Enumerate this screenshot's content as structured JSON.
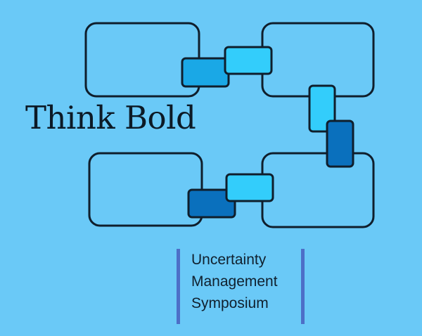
{
  "tagline": "Think Bold",
  "event": {
    "line1": "Uncertainty",
    "line2": "Management",
    "line3": "Symposium"
  },
  "colors": {
    "background": "#6ac9f7",
    "outline": "#0f1e2c",
    "accent_light": "#33cdfb",
    "accent_mid": "#1aa8e6",
    "accent_dark": "#0a70bd",
    "title_bar": "#4d6fc7"
  },
  "logo": {
    "name": "chain-of-rounded-squares-logo",
    "description_shapes": [
      "frame-top-left",
      "frame-top-right",
      "frame-bottom-left",
      "frame-bottom-right"
    ]
  }
}
